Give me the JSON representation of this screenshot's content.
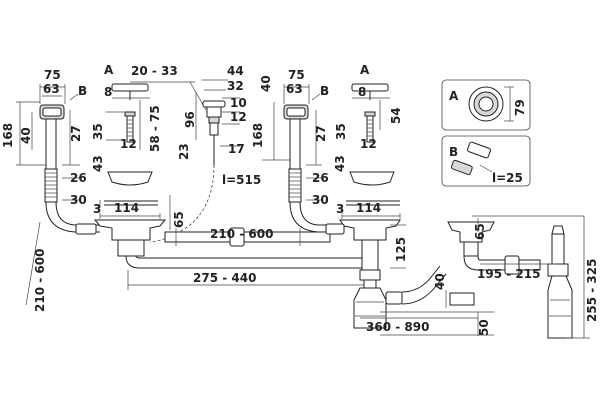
{
  "labels": {
    "a_left": "A",
    "b_left": "B",
    "a_right": "A",
    "b_right": "B",
    "inset_a": "A",
    "inset_b": "B"
  },
  "dimensions": {
    "d75_left": "75",
    "d63_left": "63",
    "d168_left": "168",
    "d40_left": "40",
    "d27_left": "27",
    "d8_left": "8",
    "d35_left": "35",
    "d12_left": "12",
    "d58_75": "58 - 75",
    "d20_33": "20 - 33",
    "d96": "96",
    "d43_left": "43",
    "d26_left": "26",
    "d30_left": "30",
    "d3_left": "3",
    "d114_left": "114",
    "d65_left": "65",
    "d210_600_vert": "210 - 600",
    "d44": "44",
    "d32": "32",
    "d10": "10",
    "d12_mid": "12",
    "d23": "23",
    "d17": "17",
    "l515": "l=515",
    "d210_600_horiz": "210 - 600",
    "d275_440": "275 - 440",
    "d75_right": "75",
    "d63_right": "63",
    "d40_right": "40",
    "d168_right": "168",
    "d27_right": "27",
    "d35_right": "35",
    "d8_right": "8",
    "d12_right": "12",
    "d54": "54",
    "d43_right": "43",
    "d26_right": "26",
    "d30_right": "30",
    "d3_right": "3",
    "d114_right": "114",
    "d125": "125",
    "d40_bottom": "40",
    "d360_890": "360 - 890",
    "d50": "50",
    "d79": "79",
    "l25": "l=25",
    "d65_right": "65",
    "d195_215": "195 - 215",
    "d255_325": "255 - 325"
  }
}
